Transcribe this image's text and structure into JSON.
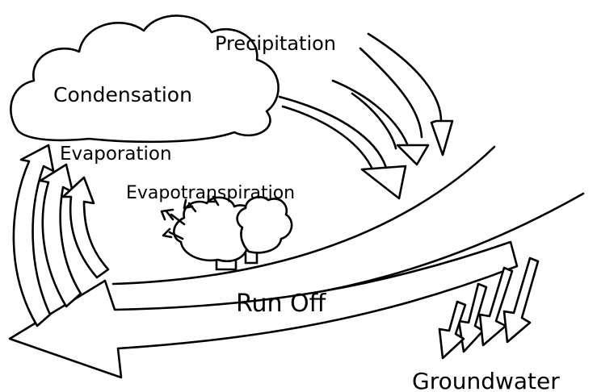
{
  "labels": {
    "condensation": "Condensation",
    "precipitation": "Precipitation",
    "evaporation": "Evaporation",
    "evapotranspiration": "Evapotranspiration",
    "run_off": "Run Off",
    "groundwater": "Groundwater"
  },
  "colors": {
    "ink": "#000000",
    "paper": "#ffffff"
  }
}
